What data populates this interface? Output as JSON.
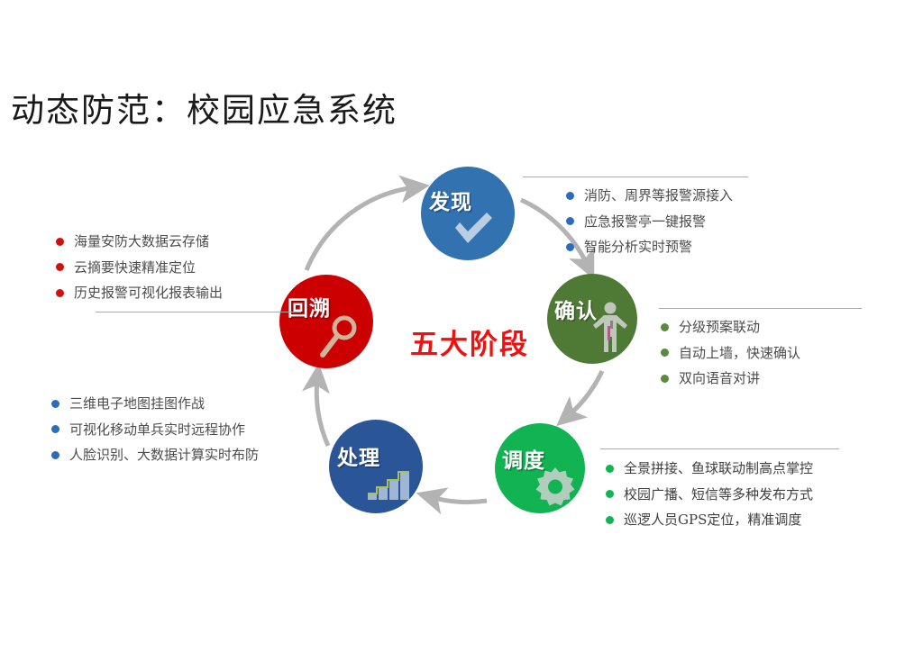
{
  "slide": {
    "title": "动态防范：校园应急系统",
    "center_caption": "五大阶段",
    "background_color": "#ffffff"
  },
  "cycle": {
    "direction": "clockwise",
    "arrow_color": "#b3b3b3",
    "stages": [
      {
        "id": "faxian",
        "label": "发现",
        "icon": "check-icon",
        "color": "#3272b0",
        "bullet_color": "#2a6ebb",
        "bullets": [
          "消防、周界等报警源接入",
          "应急报警亭一键报警",
          "智能分析实时预警"
        ]
      },
      {
        "id": "queren",
        "label": "确认",
        "icon": "person-icon",
        "color": "#4f7a36",
        "bullet_color": "#5a8a3c",
        "bullets": [
          "分级预案联动",
          "自动上墙，快速确认",
          "双向语音对讲"
        ]
      },
      {
        "id": "diaodu",
        "label": "调度",
        "icon": "gear-icon",
        "color": "#12b352",
        "bullet_color": "#12b352",
        "bullets": [
          "全景拼接、鱼球联动制高点掌控",
          "校园广播、短信等多种发布方式",
          "巡逻人员GPS定位，精准调度"
        ]
      },
      {
        "id": "chuli",
        "label": "处理",
        "icon": "bar-chart-icon",
        "color": "#2a5596",
        "bullet_color": "#2a6ebb",
        "bullets": [
          "三维电子地图挂图作战",
          "可视化移动单兵实时远程协作",
          "人脸识别、大数据计算实时布防"
        ]
      },
      {
        "id": "huisu",
        "label": "回溯",
        "icon": "magnifier-icon",
        "color": "#cc0000",
        "bullet_color": "#cc1111",
        "bullets": [
          "海量安防大数据云存储",
          "云摘要快速精准定位",
          "历史报警可视化报表输出"
        ]
      }
    ]
  }
}
